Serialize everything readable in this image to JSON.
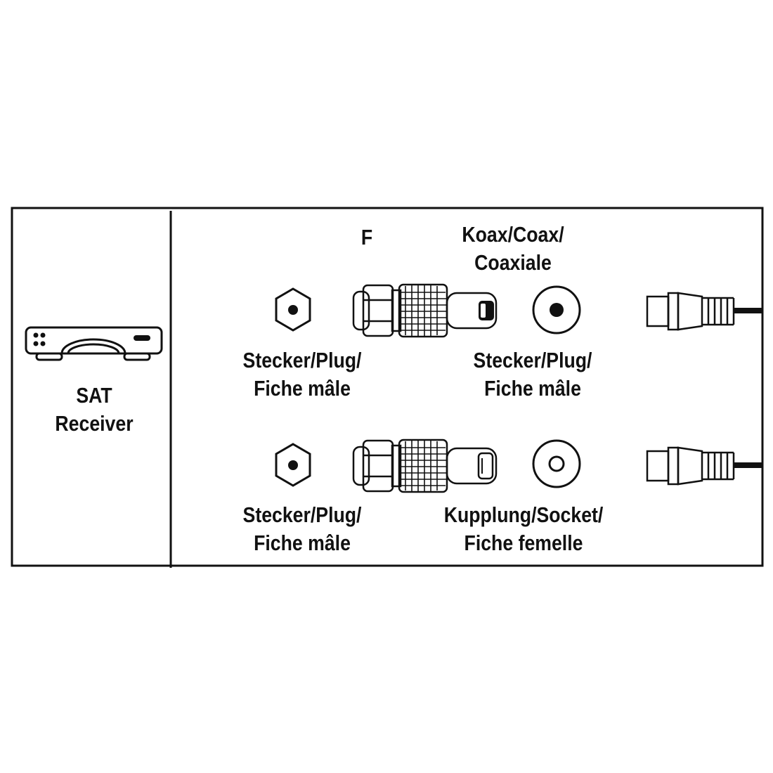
{
  "device": {
    "icon": "sat-receiver-icon",
    "line1": "SAT",
    "line2": "Receiver"
  },
  "headers": {
    "f_label": "F",
    "coax_line1": "Koax/Coax/",
    "coax_line2": "Coaxiale"
  },
  "rows": [
    {
      "left_line1": "Stecker/Plug/",
      "left_line2": "Fiche mâle",
      "right_line1": "Stecker/Plug/",
      "right_line2": "Fiche mâle"
    },
    {
      "left_line1": "Stecker/Plug/",
      "left_line2": "Fiche mâle",
      "right_line1": "Kupplung/Socket/",
      "right_line2": "Fiche femelle"
    }
  ],
  "colors": {
    "ink": "#111111",
    "background": "#ffffff"
  }
}
